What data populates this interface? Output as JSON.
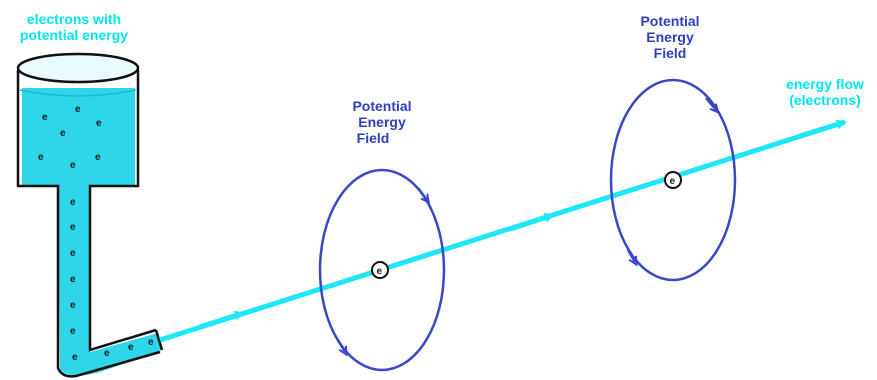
{
  "labels": {
    "source_line1": "electrons with",
    "source_line2": "potential energy",
    "field1_line1": "Potential",
    "field1_line2": "Energy",
    "field1_line3": "Field",
    "field2_line1": "Potential",
    "field2_line2": "Energy",
    "field2_line3": "Field",
    "flow_line1": "energy flow",
    "flow_line2": "(electrons)"
  },
  "electron_symbol": "e",
  "colors": {
    "water": "#2fd6ea",
    "flow_line": "#1ee8f6",
    "field_loop": "#3a48c8",
    "label_cyan": "#00e5ee",
    "label_blue": "#2e3fbf"
  }
}
